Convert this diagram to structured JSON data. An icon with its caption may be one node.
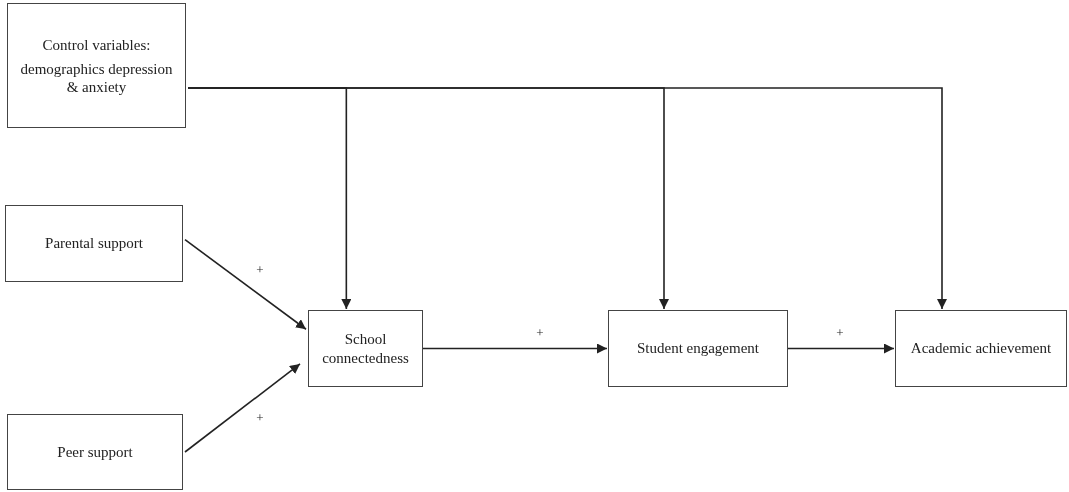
{
  "diagram": {
    "nodes": [
      {
        "text": [
          "Control variables:",
          "demographics depression & anxiety"
        ]
      },
      {
        "text": [
          "Parental support"
        ]
      },
      {
        "text": [
          "Peer support"
        ]
      },
      {
        "text": [
          "School connectedness"
        ]
      },
      {
        "text": [
          "Student engagement"
        ]
      },
      {
        "text": [
          "Academic achievement"
        ]
      }
    ],
    "edges": [
      {
        "from": 0,
        "to": 3,
        "arrow": "to"
      },
      {
        "from": 0,
        "to": 4,
        "arrow": "to"
      },
      {
        "from": 0,
        "to": 5,
        "arrow": "to"
      },
      {
        "from": 1,
        "to": 3,
        "arrow": "to",
        "label": "+"
      },
      {
        "from": 2,
        "to": 3,
        "arrow": "to",
        "label": "+"
      },
      {
        "from": 3,
        "to": 4,
        "arrow": "to",
        "label": "+"
      },
      {
        "from": 4,
        "to": 5,
        "arrow": "to",
        "label": "+"
      }
    ]
  }
}
